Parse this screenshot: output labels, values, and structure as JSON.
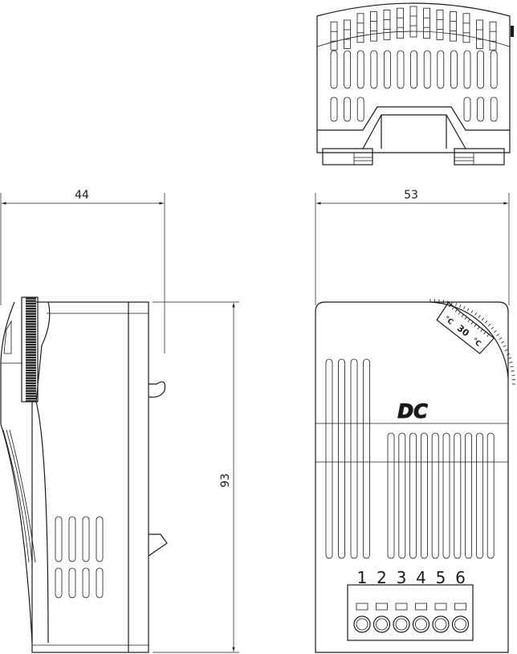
{
  "dimensions": {
    "depth": "44",
    "width": "53",
    "height": "93"
  },
  "front_view": {
    "logo": "DC",
    "dial": {
      "unit_left": "°C",
      "setpoint": "30",
      "unit_right": "°C"
    },
    "terminal_labels": [
      "1",
      "2",
      "3",
      "4",
      "5",
      "6"
    ]
  }
}
